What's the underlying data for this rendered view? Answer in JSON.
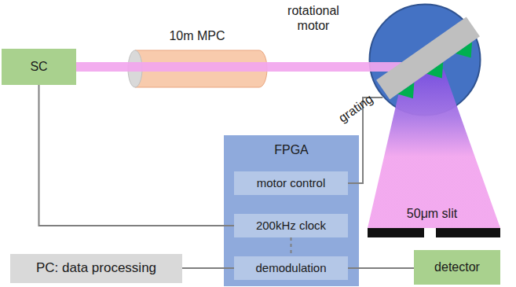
{
  "diagram": {
    "nodes": [
      {
        "text": [
          "SC"
        ]
      },
      {
        "text": [
          "10m MPC"
        ]
      },
      {
        "text": [
          "rotational motor"
        ]
      },
      {
        "text": [
          "grating"
        ],
        "in": 2
      },
      {
        "text": [
          "FPGA"
        ]
      },
      {
        "text": [
          "motor control"
        ],
        "in": 4
      },
      {
        "text": [
          "200kHz clock"
        ],
        "in": 4
      },
      {
        "text": [
          "demodulation"
        ],
        "in": 4
      },
      {
        "text": [
          "detector"
        ]
      },
      {
        "text": [
          "PC: data processing"
        ]
      }
    ],
    "edges": [
      {
        "from": 0,
        "to": 6,
        "arrow": "none"
      },
      {
        "from": 5,
        "to": 2,
        "arrow": "none"
      },
      {
        "from": 6,
        "to": 7,
        "arrow": "none"
      },
      {
        "from": 7,
        "to": 8,
        "arrow": "none"
      },
      {
        "from": 9,
        "to": 7,
        "arrow": "none"
      }
    ],
    "labels": [
      "50μm slit"
    ]
  }
}
